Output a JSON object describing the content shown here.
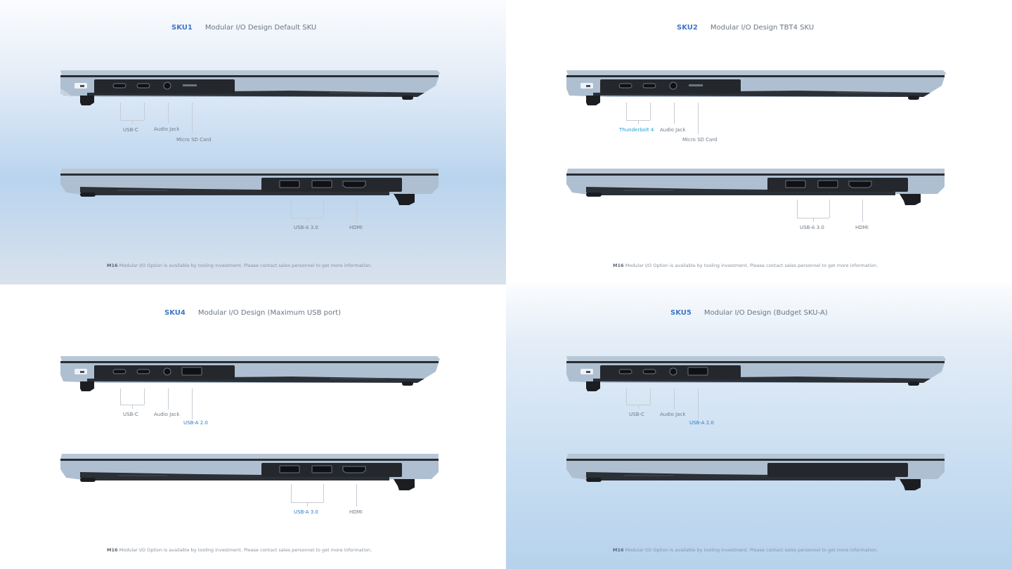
{
  "panels": [
    {
      "sku": "SKU1",
      "title": "Modular I/O Design Default SKU",
      "labels": {
        "usbc": "USB-C",
        "audio": "Audio Jack",
        "extra": "Micro SD Card",
        "usba": "USB-A 3.0",
        "hdmi": "HDMI"
      },
      "footer_model": "M16",
      "footer_text": "Modular I/O Option is available by tooling investment. Please contact sales personnel to get more information."
    },
    {
      "sku": "SKU2",
      "title": "Modular I/O Design TBT4 SKU",
      "labels": {
        "usbc": "Thunderbolt 4",
        "audio": "Audio Jack",
        "extra": "Micro SD Card",
        "usba": "USB-A 3.0",
        "hdmi": "HDMI"
      },
      "footer_model": "M16",
      "footer_text": "Modular I/O Option is available by tooling investment. Please contact sales personnel to get more information."
    },
    {
      "sku": "SKU4",
      "title": "Modular I/O Design (Maximum USB port)",
      "labels": {
        "usbc": "USB-C",
        "audio": "Audio Jack",
        "extra": "USB-A 2.0",
        "usba": "USB-A 3.0",
        "hdmi": "HDMI"
      },
      "footer_model": "M16",
      "footer_text": "Modular I/O Option is available by tooling investment. Please contact sales personnel to get more information."
    },
    {
      "sku": "SKU5",
      "title": "Modular I/O Design (Budget SKU-A)",
      "labels": {
        "usbc": "USB-C",
        "audio": "Audio Jack",
        "extra": "USB-A 2.0"
      },
      "footer_model": "M16",
      "footer_text": "Modular I/O Option is available by tooling investment. Please contact sales personnel to get more information."
    }
  ],
  "colors": {
    "sku_accent": "#3f78c8",
    "tbt_highlight": "#1aa0d8",
    "usb_highlight": "#2c7ad0",
    "body": "#a9b9ca",
    "base": "#23262b"
  },
  "icons": [
    "laptop-left-side-icon",
    "laptop-right-side-icon",
    "usb-c-port-icon",
    "audio-jack-icon",
    "microsd-slot-icon",
    "usb-a-port-icon",
    "hdmi-port-icon",
    "kensington-lock-icon"
  ]
}
